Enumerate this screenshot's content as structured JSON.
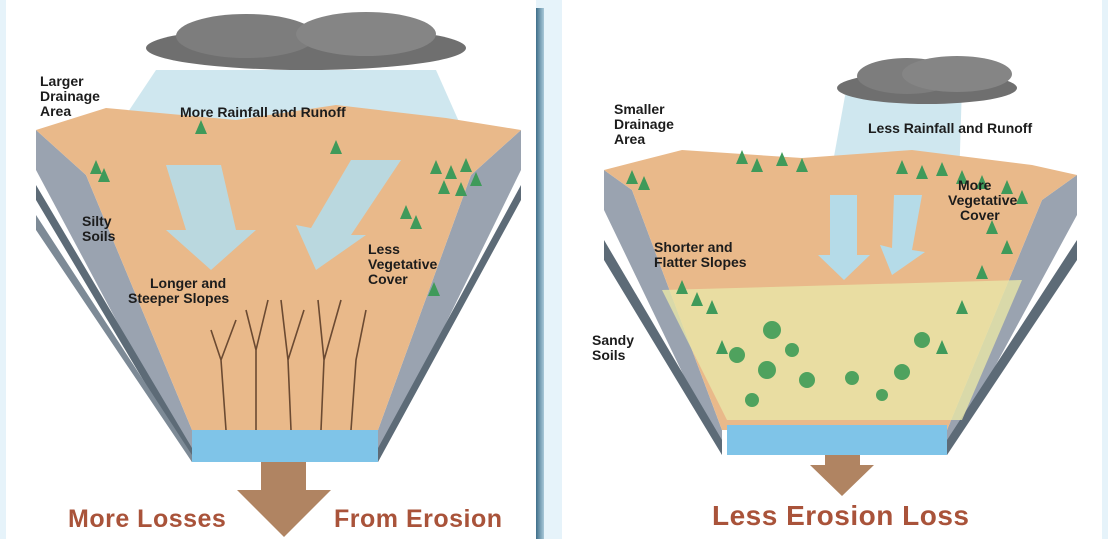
{
  "left_panel": {
    "drainage_area": [
      "Larger",
      "Drainage",
      "Area"
    ],
    "rainfall": "More Rainfall and Runoff",
    "soils": [
      "Silty",
      "Soils"
    ],
    "slopes": [
      "Longer and",
      "Steeper Slopes"
    ],
    "vegetation": [
      "Less",
      "Vegetative",
      "Cover"
    ],
    "result_left": "More Losses",
    "result_right": "From Erosion"
  },
  "right_panel": {
    "drainage_area": [
      "Smaller",
      "Drainage",
      "Area"
    ],
    "rainfall": "Less Rainfall and Runoff",
    "soils": [
      "Sandy",
      "Soils"
    ],
    "slopes": [
      "Shorter and",
      "Flatter Slopes"
    ],
    "vegetation": [
      "More",
      "Vegetative",
      "Cover"
    ],
    "result": "Less Erosion Loss"
  },
  "colors": {
    "land": "#e9b98a",
    "water": "#7fc4e8",
    "arrow_blue": "#b5dbe8",
    "arrow_brown": "#b08462",
    "tree": "#3f9a5a",
    "title_text": "#a9533a"
  }
}
